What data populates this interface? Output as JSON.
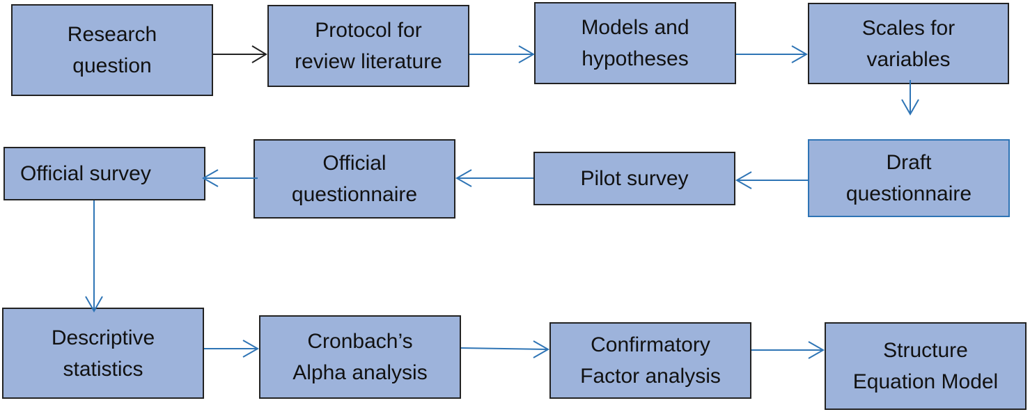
{
  "nodes": {
    "research_question": "Research\nquestion",
    "protocol": "Protocol for\nreview literature",
    "models": "Models and\nhypotheses",
    "scales": "Scales for\nvariables",
    "draft": "Draft\nquestionnaire",
    "pilot": "Pilot survey",
    "official_questionnaire": "Official\nquestionnaire",
    "official_survey": "Official survey",
    "descriptive": "Descriptive\nstatistics",
    "cronbach": "Cronbach’s\nAlpha analysis",
    "cfa": "Confirmatory\nFactor analysis",
    "sem": "Structure\nEquation Model"
  },
  "colors": {
    "box_fill": "#9db3db",
    "box_border": "#222222",
    "accent_border": "#2e74b5",
    "arrow_blue": "#2e74b5",
    "arrow_black": "#222222"
  }
}
